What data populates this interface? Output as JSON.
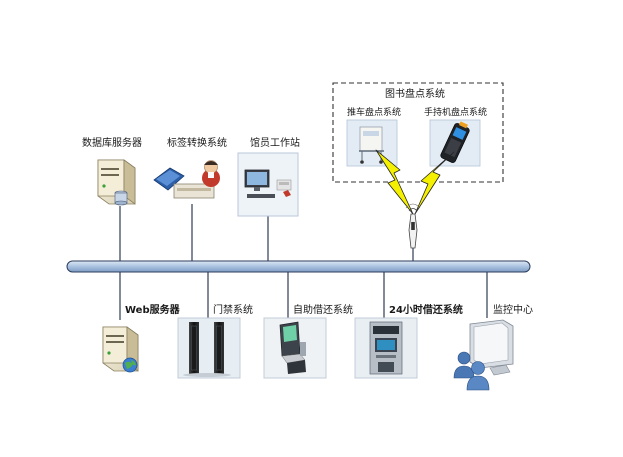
{
  "top_nodes": [
    {
      "id": "db-server",
      "label": "数据库服务器",
      "icon": "database-server-icon"
    },
    {
      "id": "tag-convert",
      "label": "标签转换系统",
      "icon": "tag-conversion-station-icon"
    },
    {
      "id": "librarian",
      "label": "馆员工作站",
      "icon": "librarian-workstation-icon"
    }
  ],
  "inventory": {
    "title": "图书盘点系统",
    "cart_label": "推车盘点系统",
    "handheld_label": "手持机盘点系统"
  },
  "bottom_nodes": [
    {
      "id": "web-server",
      "label": "Web服务器",
      "icon": "web-server-icon"
    },
    {
      "id": "gate",
      "label": "门禁系统",
      "icon": "security-gate-icon"
    },
    {
      "id": "self-service",
      "label": "自助借还系统",
      "icon": "self-service-kiosk-icon"
    },
    {
      "id": "24h",
      "label": "24小时借还系统",
      "icon": "atm-kiosk-icon"
    },
    {
      "id": "monitor",
      "label": "监控中心",
      "icon": "monitoring-center-icon"
    }
  ],
  "colors": {
    "bus_fill": "#b8cde6",
    "bus_stroke": "#2c3e5c",
    "lightning_fill": "#f5f000",
    "lightning_stroke": "#222222",
    "dash_border": "#333333"
  }
}
